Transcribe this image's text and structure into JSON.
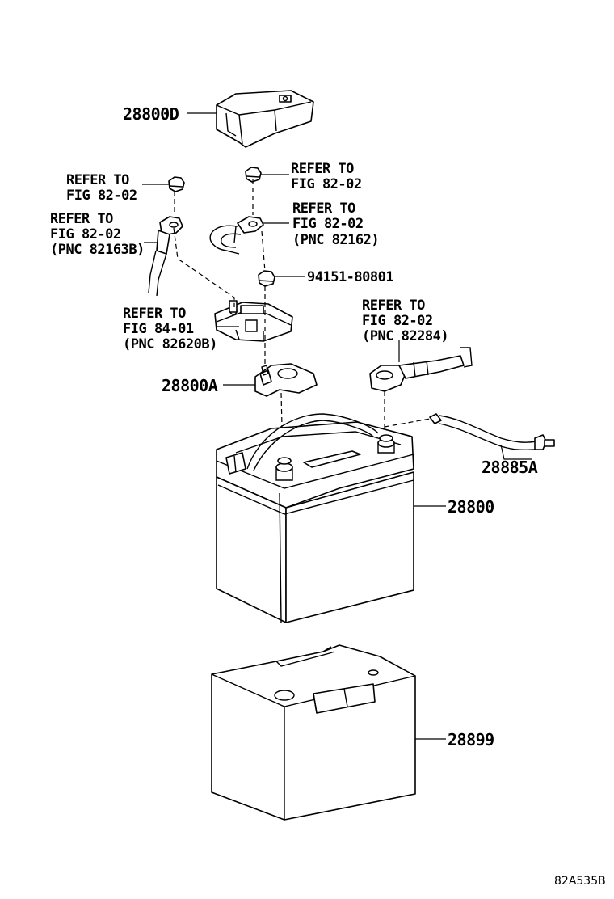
{
  "callouts": {
    "c1": "28800D",
    "c2_l1": "REFER TO",
    "c2_l2": "FIG 82-02",
    "c3_l1": "REFER TO",
    "c3_l2": "FIG 82-02",
    "c4_l1": "REFER TO",
    "c4_l2": "FIG 82-02",
    "c4_l3": "(PNC 82163B)",
    "c5_l1": "REFER TO",
    "c5_l2": "FIG 82-02",
    "c5_l3": "(PNC 82162)",
    "c6": "94151-80801",
    "c7_l1": "REFER TO",
    "c7_l2": "FIG 84-01",
    "c7_l3": "(PNC 82620B)",
    "c8_l1": "REFER TO",
    "c8_l2": "FIG 82-02",
    "c8_l3": "(PNC 82284)",
    "c9": "28800A",
    "c10": "28885A",
    "c11": "28800",
    "c12": "28899"
  },
  "figure_id": "82A535B"
}
